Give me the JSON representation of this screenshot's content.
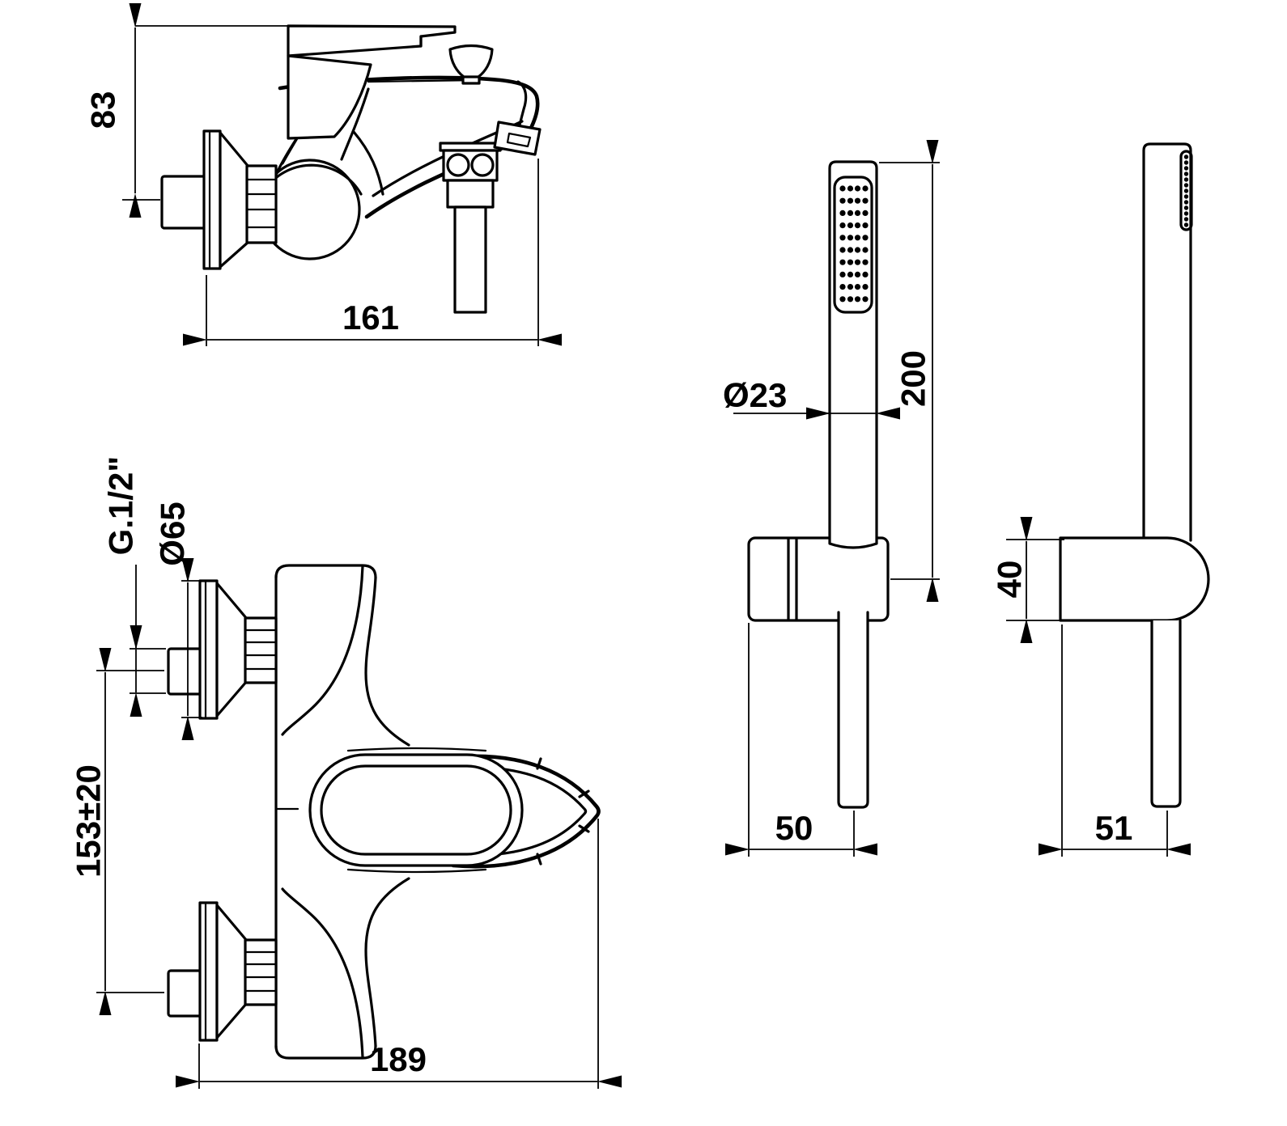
{
  "drawing": {
    "background_color": "#ffffff",
    "line_color": "#000000",
    "views": {
      "mixer_side": {
        "dim_height": "83",
        "dim_length": "161"
      },
      "mixer_front": {
        "dim_flange_diameter": "Ø65",
        "dim_thread_size": "G.1/2\"",
        "dim_inlet_centers": "153±20",
        "dim_width": "189"
      },
      "shower_front": {
        "dim_handle_diameter": "Ø23",
        "dim_handset_length": "200",
        "dim_bracket_width": "50"
      },
      "shower_side": {
        "dim_bracket_height": "40",
        "dim_bracket_depth": "51"
      }
    }
  }
}
